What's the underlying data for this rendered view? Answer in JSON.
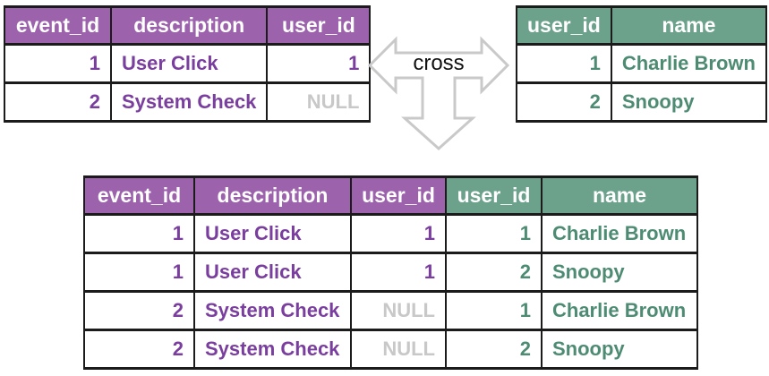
{
  "diagram": {
    "join_label": "cross",
    "colors": {
      "purple_header_bg": "#9c62ac",
      "purple_value_text": "#7a3e9e",
      "green_header_bg": "#6ca28c",
      "green_value_text": "#4d8c73",
      "null_value_text": "#c8c8c8",
      "arrow_outline": "#c9c9c9",
      "table_border": "#1b1b1b",
      "header_text": "#ffffff"
    },
    "events_table": {
      "columns": [
        {
          "label": "event_id",
          "theme": "purple",
          "align": "right"
        },
        {
          "label": "description",
          "theme": "purple",
          "align": "left"
        },
        {
          "label": "user_id",
          "theme": "purple",
          "align": "right"
        }
      ],
      "rows": [
        [
          {
            "text": "1",
            "style": "purple"
          },
          {
            "text": "User Click",
            "style": "purple"
          },
          {
            "text": "1",
            "style": "purple"
          }
        ],
        [
          {
            "text": "2",
            "style": "purple"
          },
          {
            "text": "System Check",
            "style": "purple"
          },
          {
            "text": "NULL",
            "style": "null"
          }
        ]
      ]
    },
    "users_table": {
      "columns": [
        {
          "label": "user_id",
          "theme": "green",
          "align": "right"
        },
        {
          "label": "name",
          "theme": "green",
          "align": "left"
        }
      ],
      "rows": [
        [
          {
            "text": "1",
            "style": "green"
          },
          {
            "text": "Charlie Brown",
            "style": "green"
          }
        ],
        [
          {
            "text": "2",
            "style": "green"
          },
          {
            "text": "Snoopy",
            "style": "green"
          }
        ]
      ]
    },
    "result_table": {
      "columns": [
        {
          "label": "event_id",
          "theme": "purple",
          "align": "right"
        },
        {
          "label": "description",
          "theme": "purple",
          "align": "left"
        },
        {
          "label": "user_id",
          "theme": "purple",
          "align": "right"
        },
        {
          "label": "user_id",
          "theme": "green",
          "align": "right"
        },
        {
          "label": "name",
          "theme": "green",
          "align": "left"
        }
      ],
      "rows": [
        [
          {
            "text": "1",
            "style": "purple"
          },
          {
            "text": "User Click",
            "style": "purple"
          },
          {
            "text": "1",
            "style": "purple"
          },
          {
            "text": "1",
            "style": "green"
          },
          {
            "text": "Charlie Brown",
            "style": "green"
          }
        ],
        [
          {
            "text": "1",
            "style": "purple"
          },
          {
            "text": "User Click",
            "style": "purple"
          },
          {
            "text": "1",
            "style": "purple"
          },
          {
            "text": "2",
            "style": "green"
          },
          {
            "text": "Snoopy",
            "style": "green"
          }
        ],
        [
          {
            "text": "2",
            "style": "purple"
          },
          {
            "text": "System Check",
            "style": "purple"
          },
          {
            "text": "NULL",
            "style": "null"
          },
          {
            "text": "1",
            "style": "green"
          },
          {
            "text": "Charlie Brown",
            "style": "green"
          }
        ],
        [
          {
            "text": "2",
            "style": "purple"
          },
          {
            "text": "System Check",
            "style": "purple"
          },
          {
            "text": "NULL",
            "style": "null"
          },
          {
            "text": "2",
            "style": "green"
          },
          {
            "text": "Snoopy",
            "style": "green"
          }
        ]
      ]
    }
  }
}
